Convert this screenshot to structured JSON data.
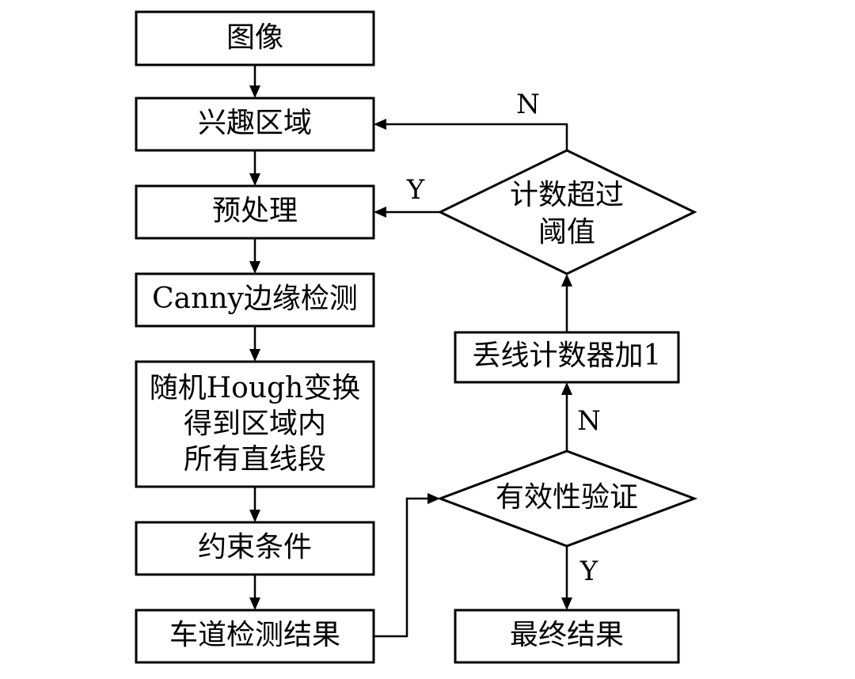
{
  "nodes": {
    "image": "图像",
    "roi": "兴趣区域",
    "preprocess": "预处理",
    "canny": "Canny边缘检测",
    "hough": [
      "随机Hough变换",
      "得到区域内",
      "所有直线段"
    ],
    "constraints": "约束条件",
    "lane_result": "车道检测结果",
    "validity": "有效性验证",
    "final_result": "最终结果",
    "lost_counter": "丢线计数器加1",
    "threshold": [
      "计数超过",
      "阈值"
    ]
  },
  "edge_labels": {
    "threshold_no": "N",
    "threshold_yes": "Y",
    "validity_no": "N",
    "validity_yes": "Y"
  }
}
